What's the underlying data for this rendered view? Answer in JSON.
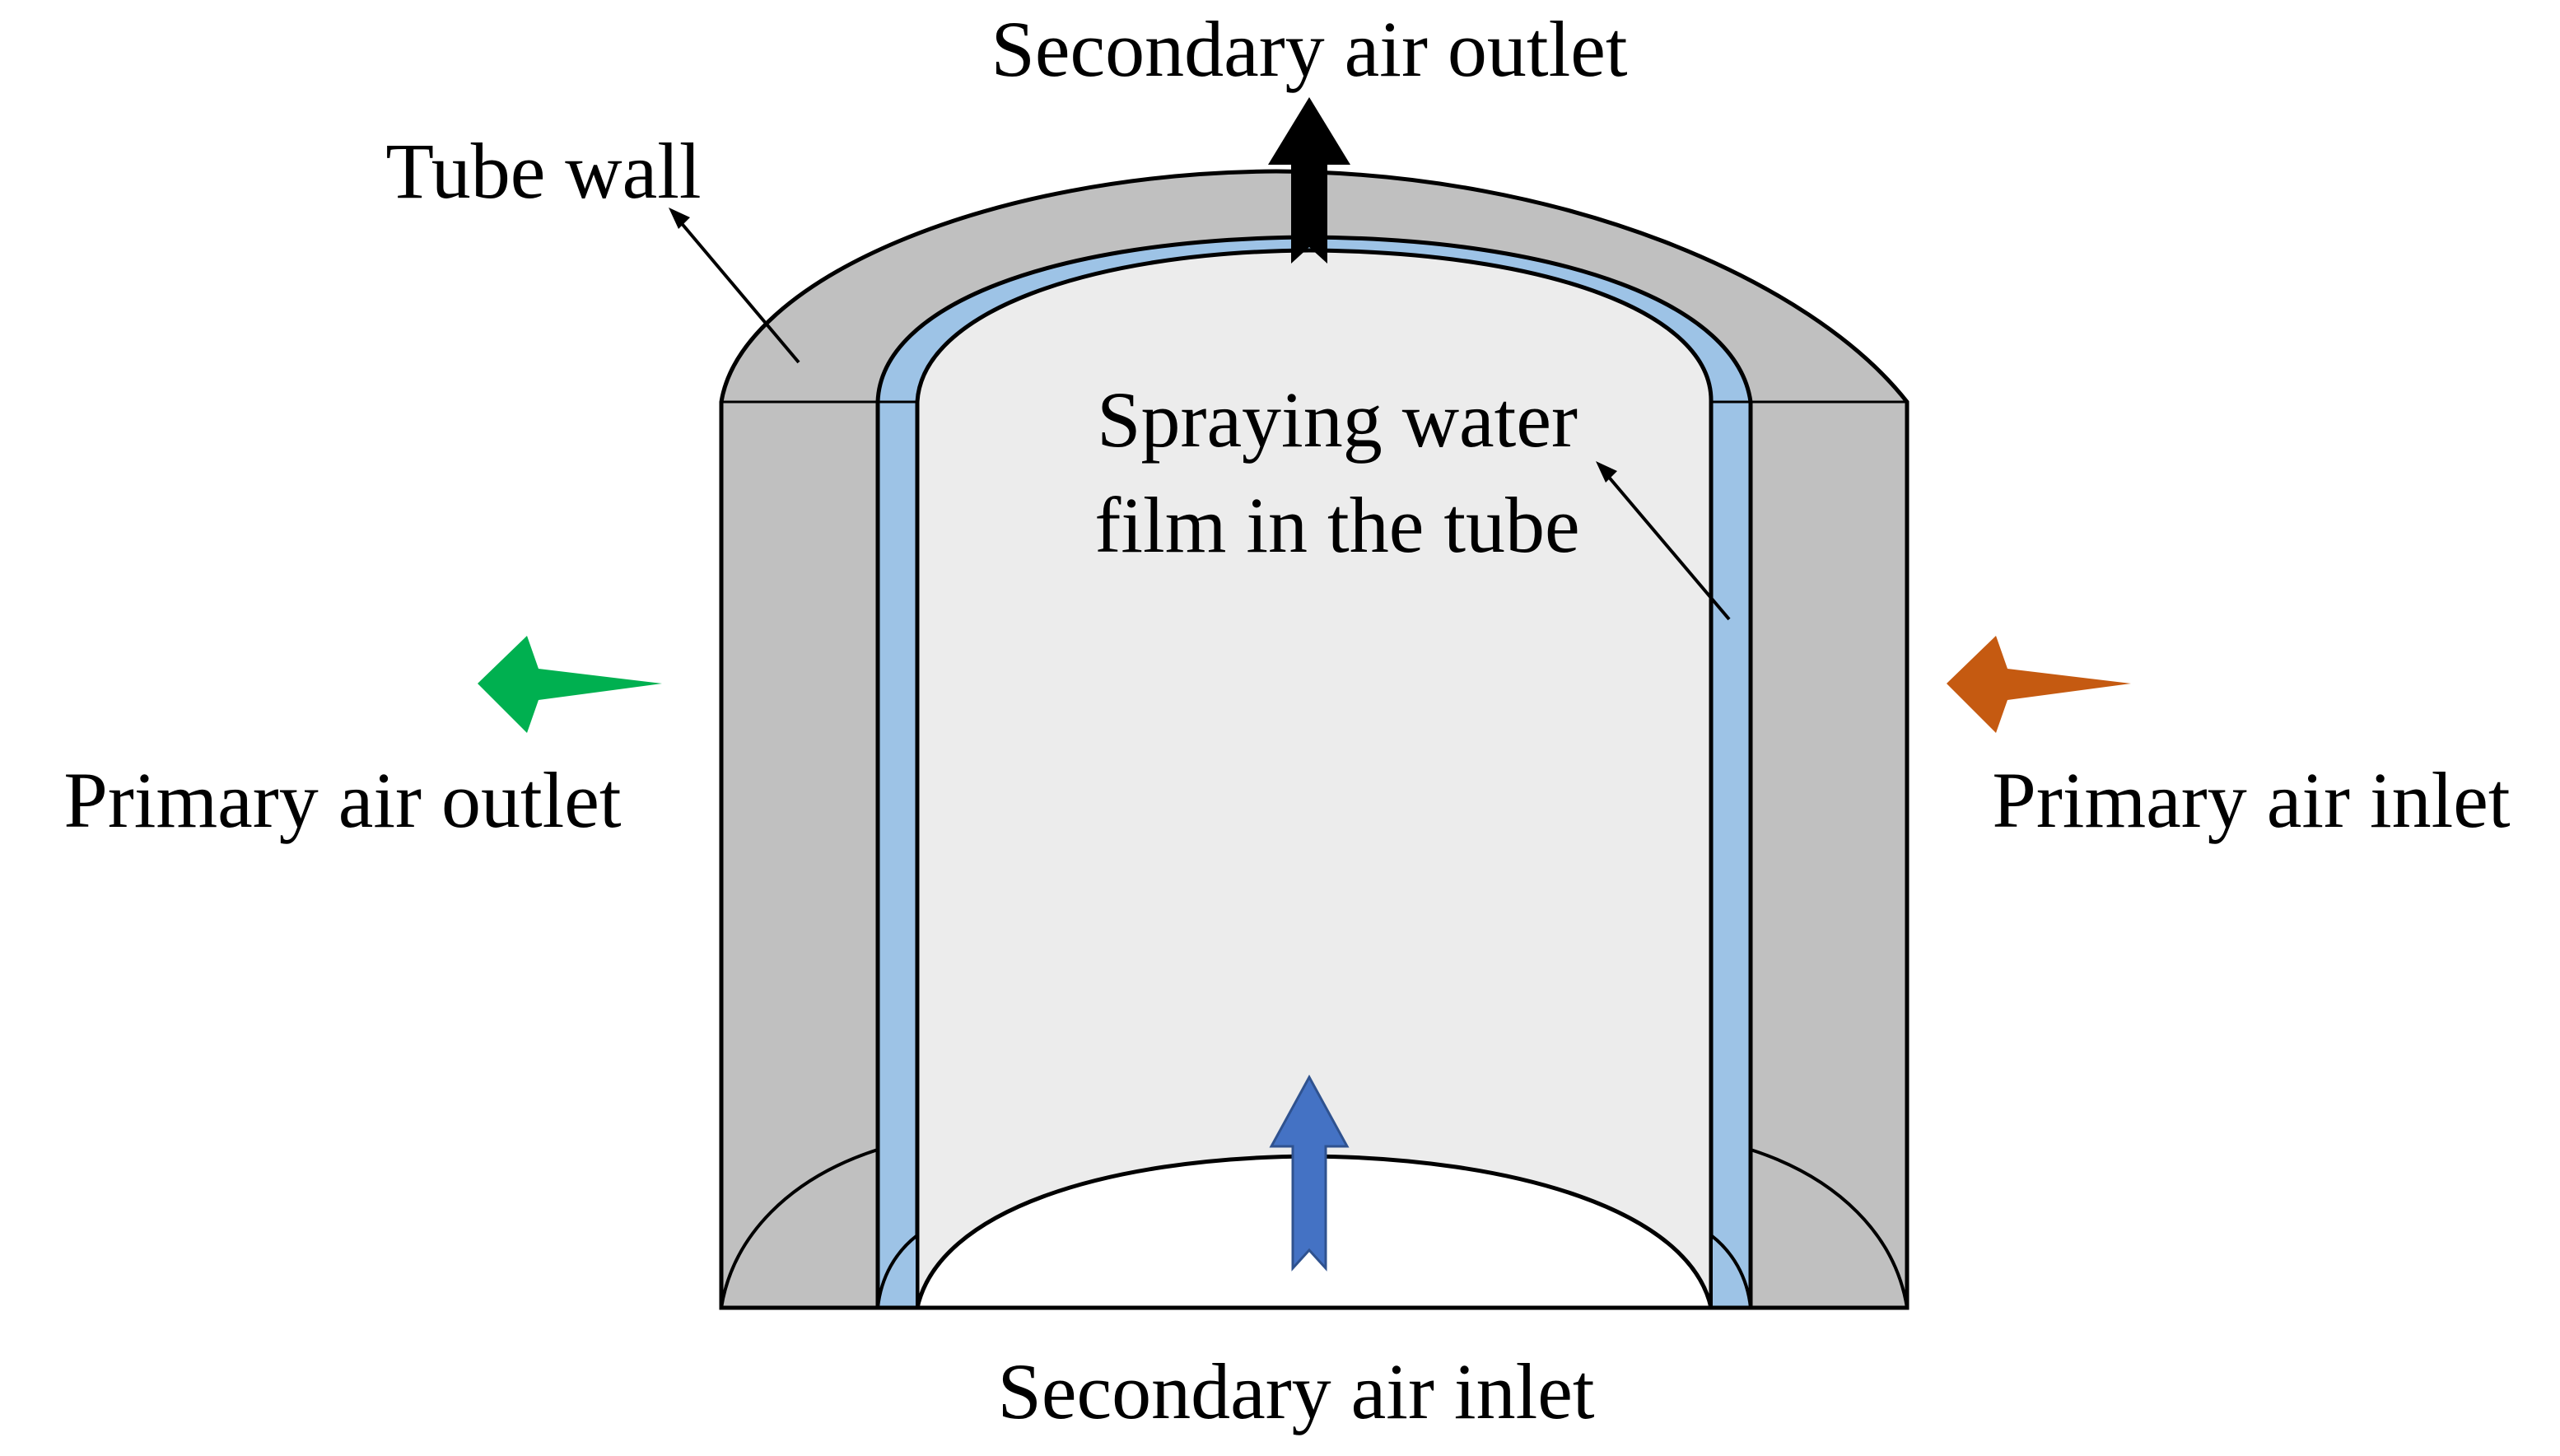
{
  "labels": {
    "secondary_air_outlet": "Secondary air outlet",
    "tube_wall": "Tube wall",
    "spraying_water_film_line1": "Spraying water",
    "spraying_water_film_line2": "film in the tube",
    "primary_air_outlet": "Primary air outlet",
    "primary_air_inlet": "Primary air inlet",
    "secondary_air_inlet": "Secondary air inlet"
  },
  "colors": {
    "tube_wall": "#c0c0c0",
    "tube_interior": "#ececec",
    "water_film": "#9dc3e6",
    "secondary_outlet_arrow": "#000000",
    "secondary_inlet_arrow": "#4472c4",
    "primary_outlet_arrow": "#00b050",
    "primary_inlet_arrow": "#c55a11"
  }
}
